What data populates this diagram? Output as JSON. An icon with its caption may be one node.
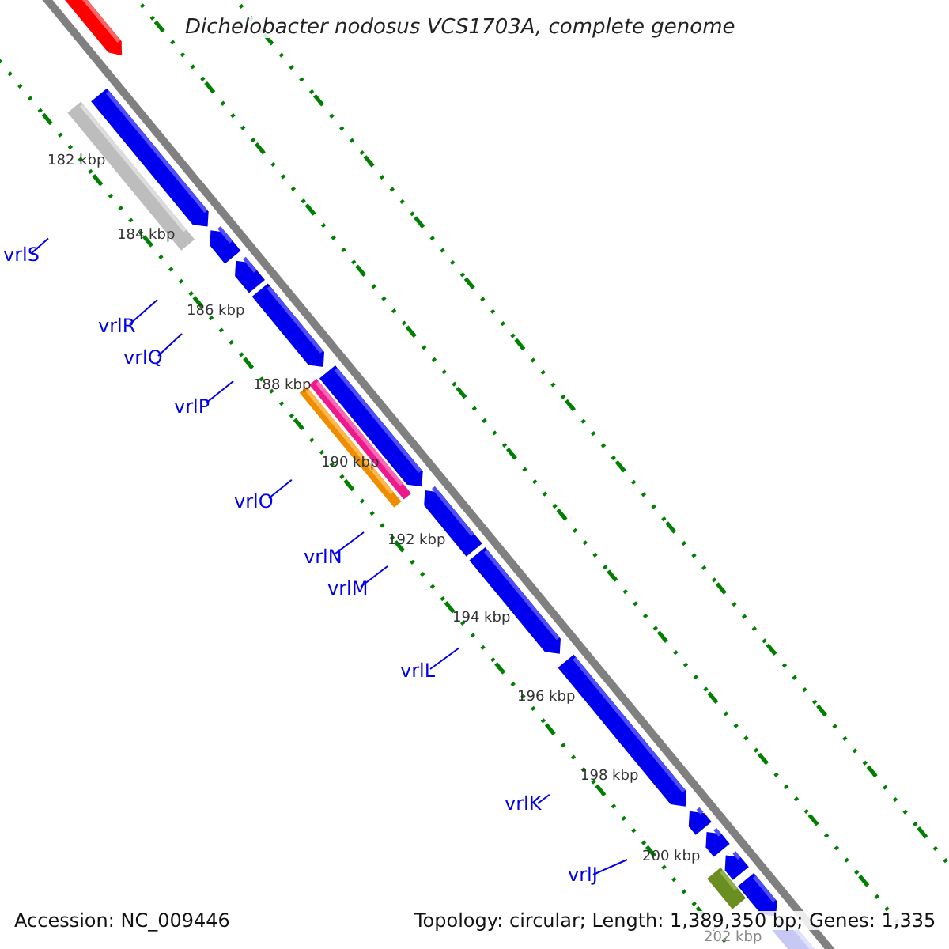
{
  "diagram": {
    "title": "Dichelobacter nodosus VCS1703A, complete genome",
    "nodes": [
      {
        "text": [
          "vrlS"
        ]
      },
      {
        "text": [
          "vrlR"
        ]
      },
      {
        "text": [
          "vrlQ"
        ]
      },
      {
        "text": [
          "vrlP"
        ]
      },
      {
        "text": [
          "vrlO"
        ]
      },
      {
        "text": [
          "vrlN"
        ]
      },
      {
        "text": [
          "vrlM"
        ]
      },
      {
        "text": [
          "vrlL"
        ]
      },
      {
        "text": [
          "vrlK"
        ]
      },
      {
        "text": [
          "vrlJ"
        ]
      }
    ],
    "edges": [
      {
        "from": 0,
        "to": null,
        "arrow": "none"
      },
      {
        "from": 1,
        "to": null,
        "arrow": "none"
      },
      {
        "from": 2,
        "to": null,
        "arrow": "none"
      },
      {
        "from": 3,
        "to": null,
        "arrow": "none"
      },
      {
        "from": 4,
        "to": null,
        "arrow": "none"
      },
      {
        "from": 5,
        "to": null,
        "arrow": "none"
      },
      {
        "from": 6,
        "to": null,
        "arrow": "none"
      },
      {
        "from": 7,
        "to": null,
        "arrow": "none"
      },
      {
        "from": 8,
        "to": null,
        "arrow": "none"
      },
      {
        "from": 9,
        "to": null,
        "arrow": "none"
      }
    ],
    "labels": [
      "182 kbp",
      "184 kbp",
      "186 kbp",
      "188 kbp",
      "190 kbp",
      "192 kbp",
      "194 kbp",
      "196 kbp",
      "198 kbp",
      "200 kbp",
      "202 kbp",
      "Accession: NC_009446",
      "Topology: circular; Length: 1,389,350 bp; Genes: 1,335"
    ]
  }
}
